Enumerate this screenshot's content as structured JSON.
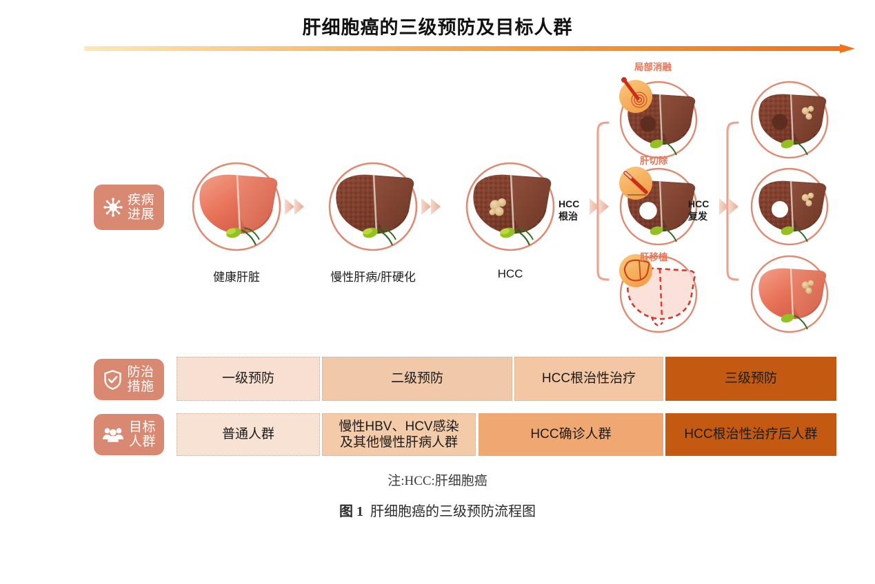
{
  "title": "肝细胞癌的三级预防及目标人群",
  "colors": {
    "badge_bg": "#d98871",
    "ring_stroke": "#e08a72",
    "branch_label": "#e5765a",
    "level1_bg": "#f7e0d1",
    "level2_bg": "#f2c9a8",
    "level_hcc_bg": "#f3c7a4",
    "level3_bg": "#c45911",
    "pop1_bg": "#f8e2d4",
    "pop2_bg": "#f4cba9",
    "pop3_bg": "#f0a873",
    "pop4_bg": "#c45a12",
    "arrow_gradient_from": "#fbe3a6",
    "arrow_gradient_to": "#f2731f",
    "liver_healthy": "#e8705c",
    "liver_diseased": "#7e3b2a"
  },
  "sidebar": {
    "items": [
      {
        "id": "disease-progression",
        "icon": "virus-icon",
        "label": "疾病\n进展"
      },
      {
        "id": "prevention-measures",
        "icon": "shield-check-icon",
        "label": "防治\n措施"
      },
      {
        "id": "target-population",
        "icon": "people-group-icon",
        "label": "目标\n人群"
      }
    ]
  },
  "progression": {
    "stages": [
      {
        "id": "healthy-liver",
        "caption": "健康肝脏"
      },
      {
        "id": "chronic-liver-disease",
        "caption": "慢性肝病/肝硬化"
      },
      {
        "id": "hcc-liver",
        "caption": "HCC"
      }
    ],
    "transitions": [
      {
        "id": "hcc-curative",
        "label": "HCC\n根治"
      },
      {
        "id": "hcc-recurrence",
        "label": "HCC\n复发"
      }
    ],
    "treatments": [
      {
        "id": "local-ablation",
        "label": "局部消融",
        "icon": "ablation-needle-icon"
      },
      {
        "id": "hepatectomy",
        "label": "肝切除",
        "icon": "scalpel-icon"
      },
      {
        "id": "liver-transplant",
        "label": "肝移植",
        "icon": "liver-outline-icon"
      }
    ]
  },
  "measures_row": {
    "cells": [
      {
        "id": "primary-prevention",
        "label": "一级预防",
        "bg": "#f7e0d1",
        "text": "#1b1b1b",
        "border": true
      },
      {
        "id": "secondary-prevention",
        "label": "二级预防",
        "bg": "#f2c9a8",
        "text": "#1b1b1b",
        "border": true
      },
      {
        "id": "hcc-curative-therapy",
        "label": "HCC根治性治疗",
        "bg": "#f3c7a4",
        "text": "#1b1b1b",
        "border": true
      },
      {
        "id": "tertiary-prevention",
        "label": "三级预防",
        "bg": "#c45911",
        "text": "#1b1b1b",
        "border": false
      }
    ]
  },
  "population_row": {
    "cells": [
      {
        "id": "general-population",
        "label": "普通人群",
        "bg": "#f8e2d4",
        "text": "#1b1b1b",
        "border": true
      },
      {
        "id": "chronic-infection-population",
        "label": "慢性HBV、HCV感染\n及其他慢性肝病人群",
        "bg": "#f4cba9",
        "text": "#1b1b1b",
        "border": true
      },
      {
        "id": "hcc-diagnosed-population",
        "label": "HCC确诊人群",
        "bg": "#f0a873",
        "text": "#1b1b1b",
        "border": true
      },
      {
        "id": "post-curative-population",
        "label": "HCC根治性治疗后人群",
        "bg": "#c45a12",
        "text": "#1b1b1b",
        "border": false
      }
    ]
  },
  "footer": {
    "note": "注:HCC:肝细胞癌",
    "figure_number": "图 1",
    "figure_title": "肝细胞癌的三级预防流程图"
  }
}
